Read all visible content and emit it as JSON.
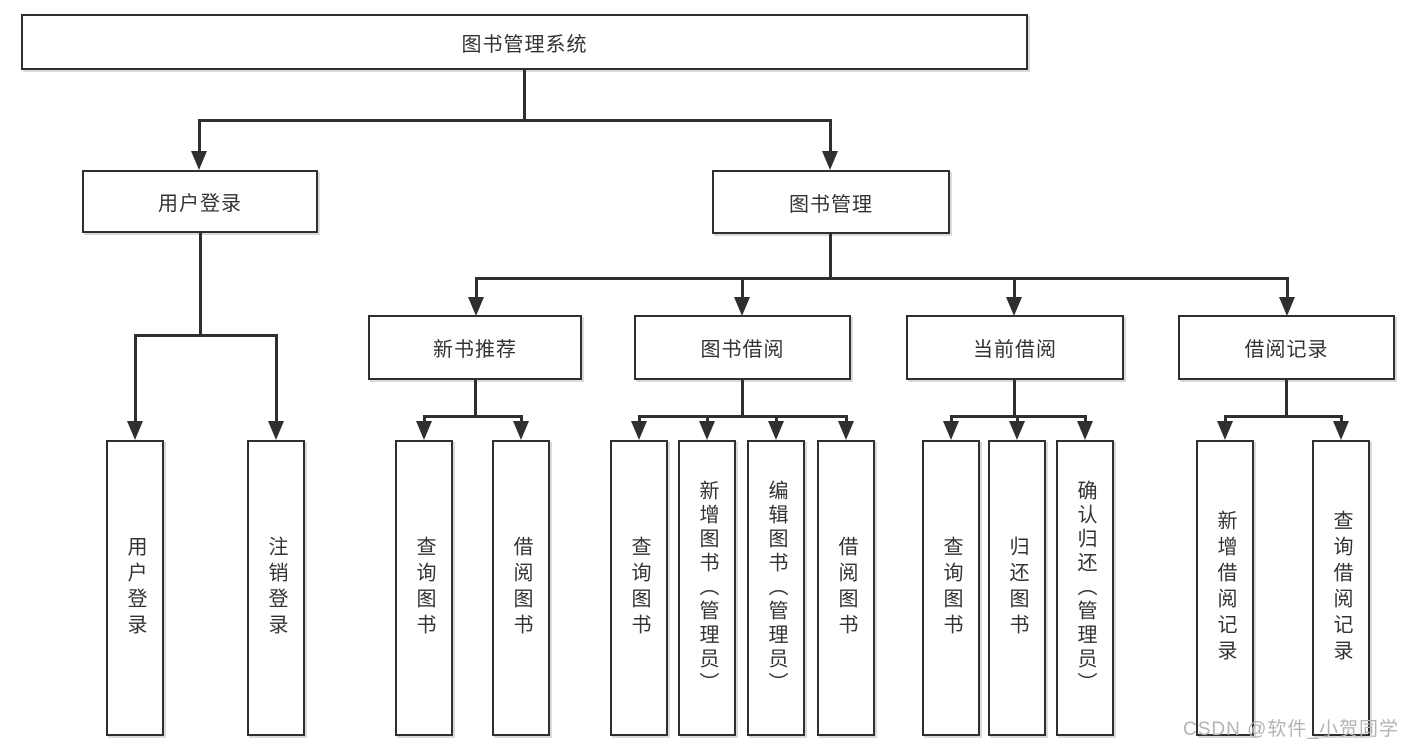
{
  "diagram": {
    "title": "图书管理系统",
    "root": {
      "label": "图书管理系统"
    },
    "level2": {
      "user_login": {
        "label": "用户登录"
      },
      "book_management": {
        "label": "图书管理"
      }
    },
    "level3": {
      "new_book_recommend": {
        "label": "新书推荐"
      },
      "book_borrow": {
        "label": "图书借阅"
      },
      "current_borrow": {
        "label": "当前借阅"
      },
      "borrow_records": {
        "label": "借阅记录"
      }
    },
    "leaves": {
      "user_login": {
        "label": "用户登录"
      },
      "logout": {
        "label": "注销登录"
      },
      "query_books_1": {
        "label": "查询图书"
      },
      "borrow_books_1": {
        "label": "借阅图书"
      },
      "query_books_2": {
        "label": "查询图书"
      },
      "add_book_admin": {
        "label": "新增图书（管理员）"
      },
      "edit_book_admin": {
        "label": "编辑图书（管理员）"
      },
      "borrow_books_2": {
        "label": "借阅图书"
      },
      "query_books_3": {
        "label": "查询图书"
      },
      "return_book": {
        "label": "归还图书"
      },
      "confirm_return_admin": {
        "label": "确认归还（管理员）"
      },
      "add_borrow_record": {
        "label": "新增借阅记录"
      },
      "query_borrow_record": {
        "label": "查询借阅记录"
      }
    }
  },
  "watermark": {
    "text": "CSDN @软件_小贺同学"
  },
  "colors": {
    "line": "#2f2f2f",
    "text": "#333333",
    "background": "#ffffff",
    "watermark": "#b4b4b4"
  }
}
